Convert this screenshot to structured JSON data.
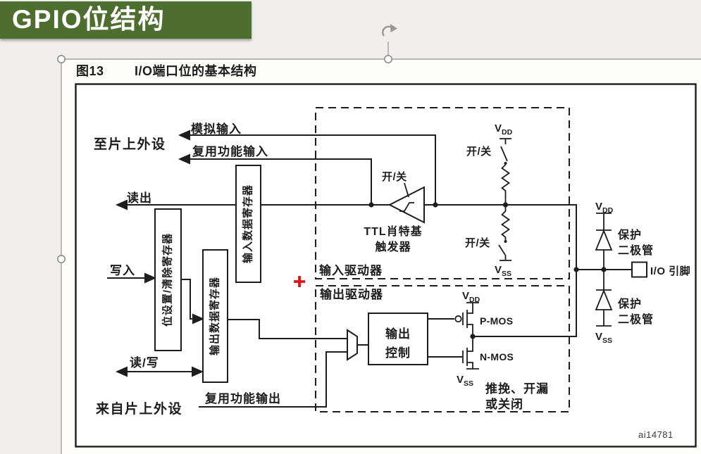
{
  "slide": {
    "title": "GPIO位结构",
    "caption_figure": "图13",
    "caption_text": "I/O端口位的基本结构",
    "watermark": "ai14781",
    "plus_marker": "+"
  },
  "labels": {
    "to_onchip_peripheral": "至片上外设",
    "analog_input": "模拟输入",
    "alt_func_input": "复用功能输入",
    "read": "读出",
    "write": "写入",
    "read_write": "读/写",
    "from_onchip_peripheral": "来自片上外设",
    "alt_func_output": "复用功能输出",
    "bit_set_clear_reg": "位设置/清除寄存器",
    "output_data_reg": "输出数据寄存器",
    "input_data_reg": "输入数据寄存器",
    "input_driver": "输入驱动器",
    "output_driver": "输出驱动器",
    "on_off": "开/关",
    "schmitt_line1": "TTL肖特基",
    "schmitt_line2": "触发器",
    "output_control_line1": "输出",
    "output_control_line2": "控制",
    "pmos": "P-MOS",
    "nmos": "N-MOS",
    "push_pull_line1": "推挽、开漏",
    "push_pull_line2": "或关闭",
    "protection_line1": "保护",
    "protection_line2": "二极管",
    "io_pin": "I/O 引脚",
    "v": "V",
    "vdd_sub": "DD",
    "vss_sub": "SS"
  },
  "colors": {
    "banner_green": "#4d6e2f",
    "diagram_line": "#1d1d1d",
    "marker_red": "#e01212",
    "selection_gray": "#a3a09d",
    "slide_bg": "#f1efec",
    "panel_bg": "#fdfdfc"
  }
}
